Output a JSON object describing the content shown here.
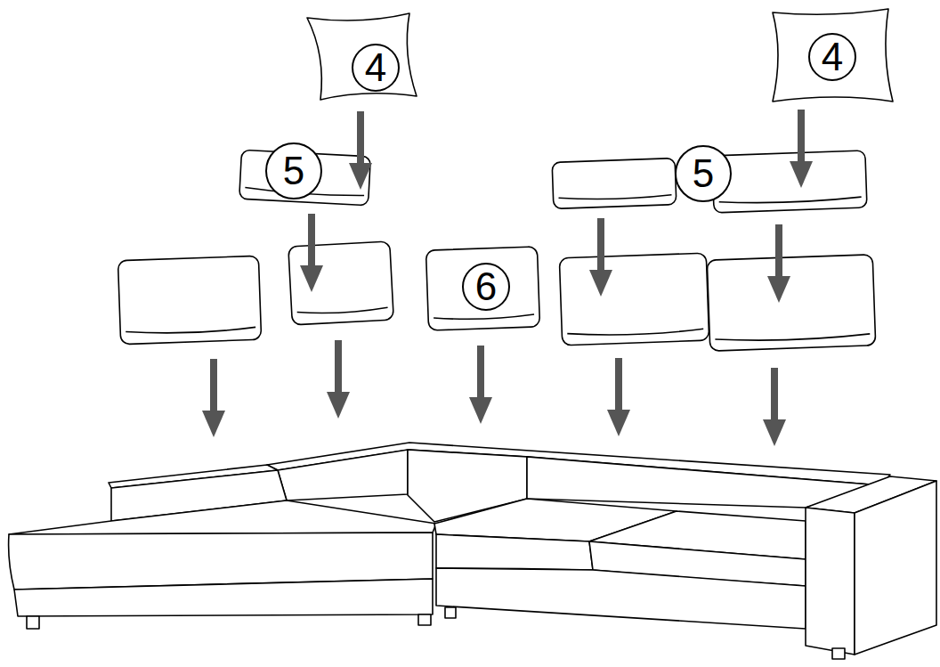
{
  "diagram": {
    "labels": [
      "4",
      "4",
      "5",
      "5",
      "6"
    ]
  }
}
